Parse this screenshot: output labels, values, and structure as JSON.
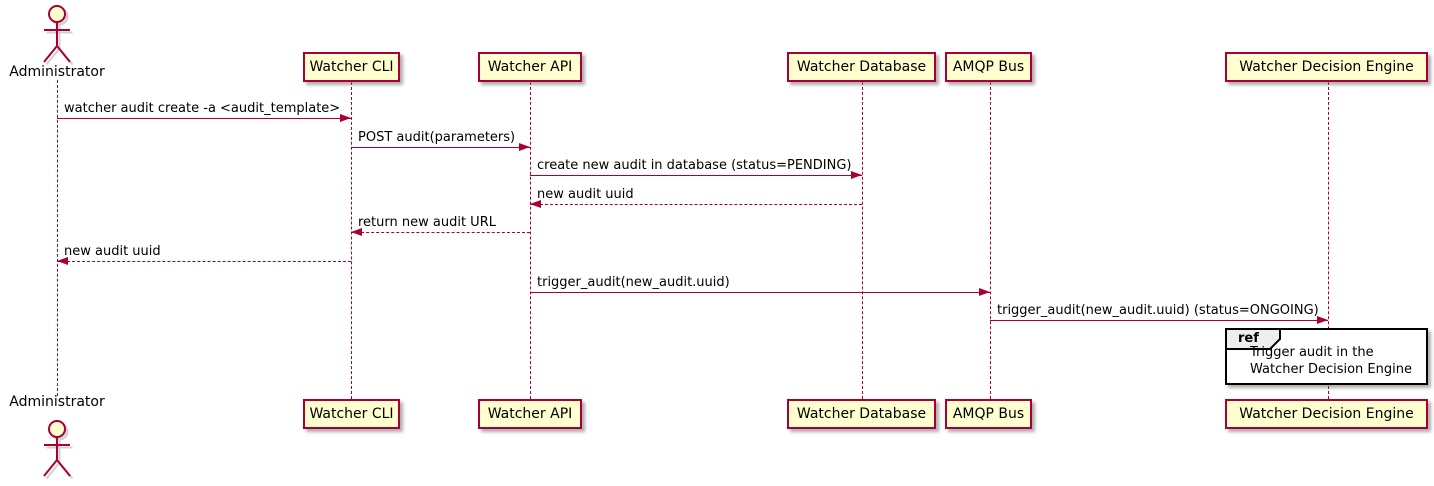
{
  "diagram": {
    "kind": "uml-sequence-diagram",
    "colors": {
      "participant_fill": "#FEFECE",
      "participant_border": "#A80036",
      "arrow_line": "#A80036",
      "text": "#000000",
      "ref_header_fill": "#EEEEEE",
      "ref_border": "#000000",
      "background": "#FFFFFF"
    }
  },
  "actor": {
    "name": "Administrator"
  },
  "participants": [
    {
      "name": "Watcher CLI"
    },
    {
      "name": "Watcher API"
    },
    {
      "name": "Watcher Database"
    },
    {
      "name": "AMQP Bus"
    },
    {
      "name": "Watcher Decision Engine"
    }
  ],
  "messages": [
    {
      "text": "watcher audit create -a <audit_template>",
      "from": "Administrator",
      "to": "Watcher CLI",
      "line": "solid",
      "direction": "right"
    },
    {
      "text": "POST audit(parameters)",
      "from": "Watcher CLI",
      "to": "Watcher API",
      "line": "solid",
      "direction": "right"
    },
    {
      "text": "create new audit in database (status=PENDING)",
      "from": "Watcher API",
      "to": "Watcher Database",
      "line": "solid",
      "direction": "right"
    },
    {
      "text": "new audit uuid",
      "from": "Watcher Database",
      "to": "Watcher API",
      "line": "dashed",
      "direction": "left"
    },
    {
      "text": "return new audit URL",
      "from": "Watcher API",
      "to": "Watcher CLI",
      "line": "dashed",
      "direction": "left"
    },
    {
      "text": "new audit uuid",
      "from": "Watcher CLI",
      "to": "Administrator",
      "line": "dashed",
      "direction": "left"
    },
    {
      "text": "trigger_audit(new_audit.uuid)",
      "from": "Watcher API",
      "to": "AMQP Bus",
      "line": "solid",
      "direction": "right"
    },
    {
      "text": "trigger_audit(new_audit.uuid) (status=ONGOING)",
      "from": "AMQP Bus",
      "to": "Watcher Decision Engine",
      "line": "solid",
      "direction": "right"
    }
  ],
  "ref": {
    "tag": "ref",
    "lines": {
      "0": "Trigger audit in the",
      "1": "Watcher Decision Engine"
    },
    "over": "Watcher Decision Engine"
  }
}
